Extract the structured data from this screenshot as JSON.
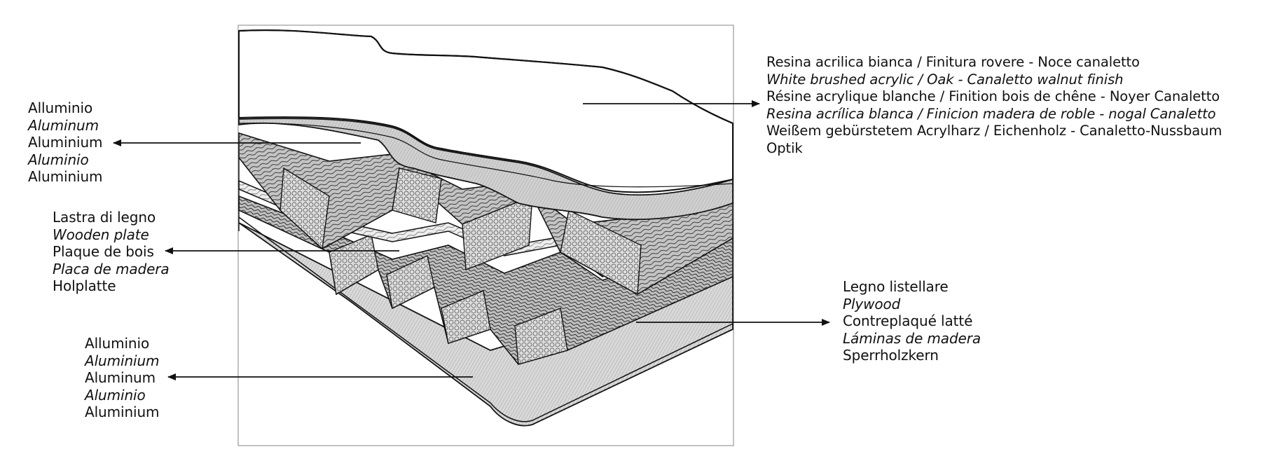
{
  "labels": {
    "top_aluminum": [
      "Alluminio",
      "Aluminum",
      "Aluminium",
      "Aluminio",
      "Aluminium"
    ],
    "wood_plate": [
      "Lastra di legno",
      "Wooden plate",
      "Plaque de bois",
      "Placa de madera",
      "Holplatte"
    ],
    "bottom_aluminum": [
      "Alluminio",
      "Aluminium",
      "Aluminum",
      "Aluminio",
      "Aluminium"
    ],
    "resin": [
      "Resina acrilica bianca / Finitura rovere - Noce canaletto",
      "White brushed acrylic / Oak - Canaletto walnut  finish",
      "Résine acrylique blanche / Finition bois de chêne - Noyer Canaletto",
      "Resina acrílica blanca / Finicion madera de roble - nogal Canaletto",
      "Weißem gebürstetem Acrylharz / Eichenholz - Canaletto-Nussbaum",
      "Optik"
    ],
    "plywood": [
      "Legno listellare",
      "Plywood",
      "Contreplaqué latté",
      "Láminas de madera",
      "Sperrholzkern"
    ]
  },
  "colors": {
    "ink": "#111111",
    "frame": "#9a9a9a",
    "shade": "#c9c9c9",
    "light": "#e6e6e6"
  }
}
